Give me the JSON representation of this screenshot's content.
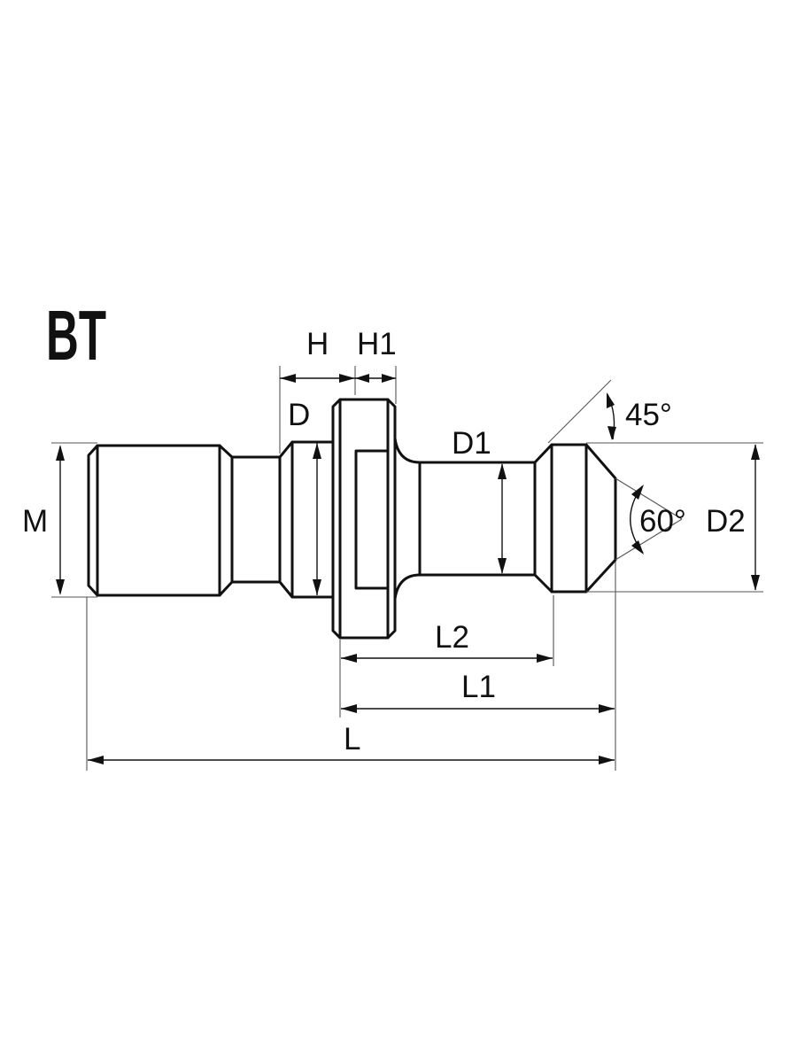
{
  "title": "BT",
  "labels": {
    "H": "H",
    "H1": "H1",
    "D": "D",
    "D1": "D1",
    "M": "M",
    "angle_top": "45°",
    "angle_cone": "60°",
    "D2": "D2",
    "L2": "L2",
    "L1": "L1",
    "L": "L"
  },
  "colors": {
    "line": "#111111",
    "extension": "#555555",
    "background": "#ffffff"
  }
}
